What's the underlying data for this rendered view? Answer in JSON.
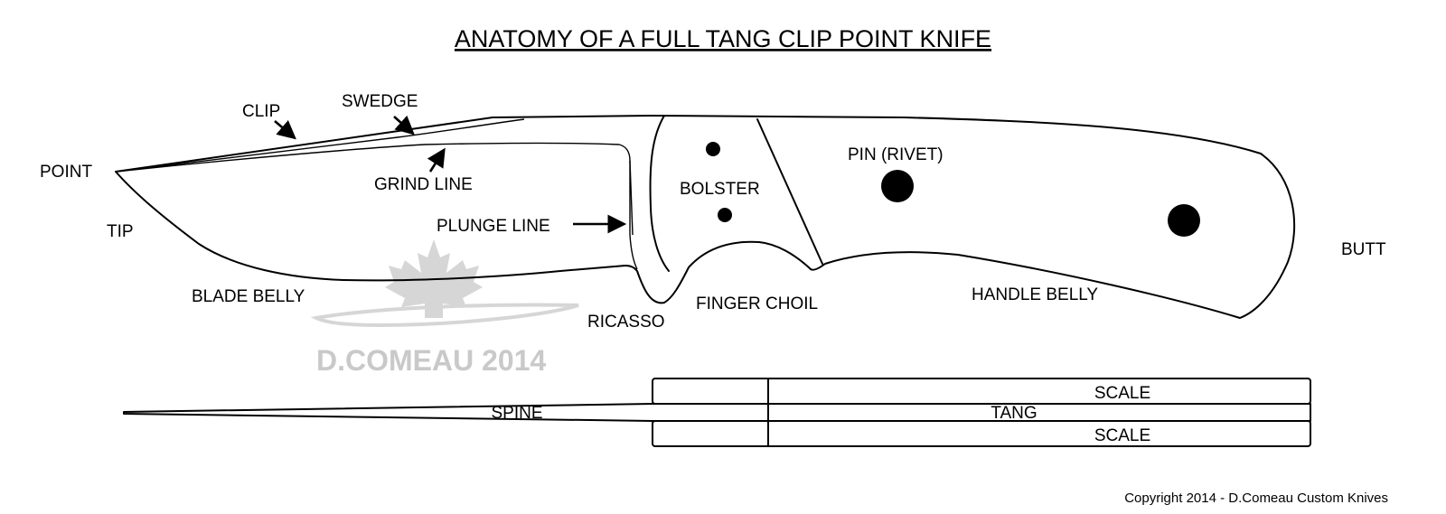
{
  "title": "ANATOMY OF A FULL TANG CLIP POINT KNIFE",
  "labels": {
    "clip": "CLIP",
    "swedge": "SWEDGE",
    "point": "POINT",
    "grind_line": "GRIND LINE",
    "tip": "TIP",
    "plunge_line": "PLUNGE LINE",
    "bolster": "BOLSTER",
    "pin": "PIN (RIVET)",
    "butt": "BUTT",
    "blade_belly": "BLADE BELLY",
    "ricasso": "RICASSO",
    "finger_choil": "FINGER CHOIL",
    "handle_belly": "HANDLE BELLY",
    "spine": "SPINE",
    "tang": "TANG",
    "scale_top": "SCALE",
    "scale_bottom": "SCALE"
  },
  "watermark": "D.COMEAU 2014",
  "copyright": "Copyright 2014 - D.Comeau Custom Knives",
  "icons": [
    "maple-leaf-icon",
    "arrow-icon"
  ],
  "colors": {
    "line": "#000000",
    "watermark": "#c9c9c9",
    "background": "#ffffff"
  }
}
